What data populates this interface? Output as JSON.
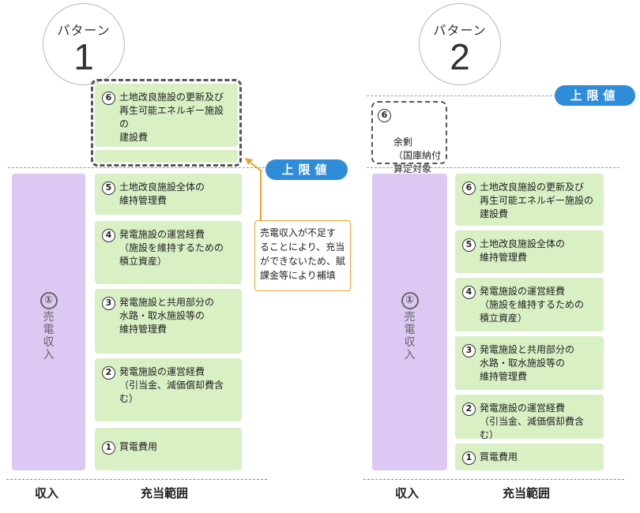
{
  "pattern1": {
    "pattern_label": "パターン",
    "pattern_number": "1",
    "upper_limit_label": "上限値",
    "revenue": {
      "number": "①",
      "label": "売電収入"
    },
    "items": [
      {
        "number": "6",
        "label": "土地改良施設の更新及び\n再生可能エネルギー施設の\n建設費"
      },
      {
        "number": "5",
        "label": "土地改良施設全体の\n維持管理費"
      },
      {
        "number": "4",
        "label": "発電施設の運営経費\n（施設を維持するための\n積立資産）"
      },
      {
        "number": "3",
        "label": "発電施設と共用部分の\n水路・取水施設等の\n維持管理費"
      },
      {
        "number": "2",
        "label": "発電施設の運営経費\n（引当金、減価償却費含む）"
      },
      {
        "number": "1",
        "label": "買電費用"
      }
    ],
    "note": "売電収入が不足す\nることにより、充当\nができないため、賦\n課金等により補填",
    "income_label": "収入",
    "range_label": "充当範囲"
  },
  "pattern2": {
    "pattern_label": "パターン",
    "pattern_number": "2",
    "upper_limit_label": "上限値",
    "surplus": {
      "number": "6",
      "label": "余剰\n（国庫納付\n算定対象額）"
    },
    "revenue": {
      "number": "①",
      "label": "売電収入"
    },
    "items": [
      {
        "number": "6",
        "label": "土地改良施設の更新及び\n再生可能エネルギー施設の\n建設費"
      },
      {
        "number": "5",
        "label": "土地改良施設全体の\n維持管理費"
      },
      {
        "number": "4",
        "label": "発電施設の運営経費\n（施設を維持するための\n積立資産）"
      },
      {
        "number": "3",
        "label": "発電施設と共用部分の\n水路・取水施設等の\n維持管理費"
      },
      {
        "number": "2",
        "label": "発電施設の運営経費\n（引当金、減価償却費含む）"
      },
      {
        "number": "1",
        "label": "買電費用"
      }
    ],
    "income_label": "収入",
    "range_label": "充当範囲"
  },
  "colors": {
    "revenue_fill": "#dcc8f2",
    "item_fill": "#d8f0c4",
    "upper_limit_fill": "#2f8cd8",
    "note_border": "#f0a030"
  }
}
